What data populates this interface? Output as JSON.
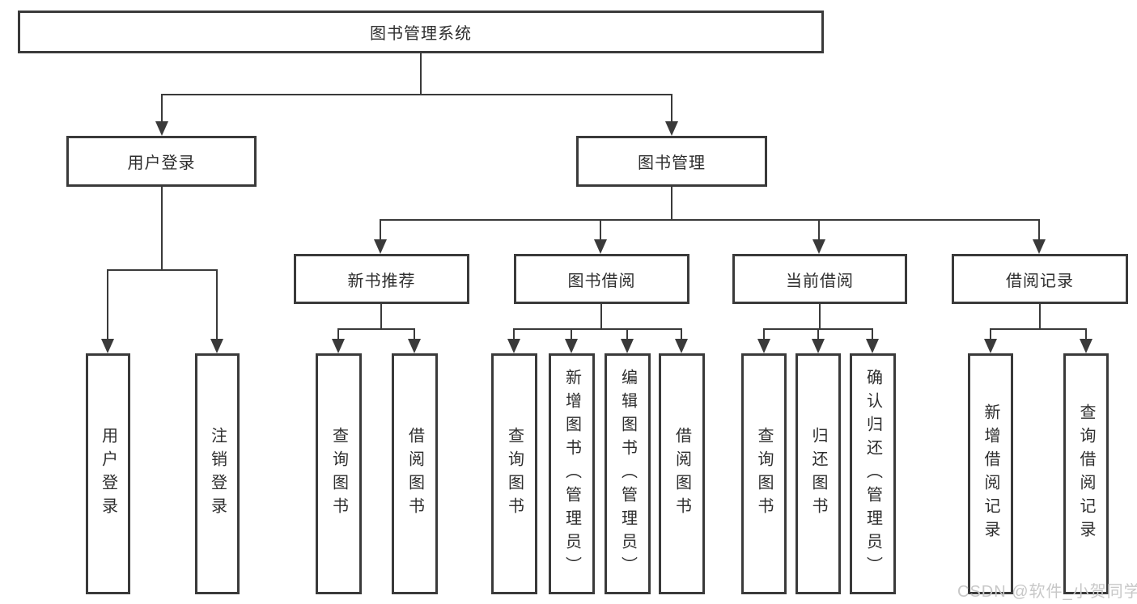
{
  "colors": {
    "line": "#3a3a3a",
    "text": "#2e2e2e",
    "watermark": "#c8c8c8",
    "background": "#ffffff"
  },
  "nodes": {
    "root": "图书管理系统",
    "user_login": "用户登录",
    "book_management": "图书管理",
    "new_book_recommend": "新书推荐",
    "book_borrowing": "图书借阅",
    "current_borrowing": "当前借阅",
    "borrowing_records": "借阅记录",
    "leaf_user_login": "用户登录",
    "leaf_logout": "注销登录",
    "leaf_nbr_query_book": "查询图书",
    "leaf_nbr_borrow_book": "借阅图书",
    "leaf_bb_query_book": "查询图书",
    "leaf_bb_add_book": "新增图书（管理员）",
    "leaf_bb_edit_book": "编辑图书（管理员）",
    "leaf_bb_borrow_book": "借阅图书",
    "leaf_cb_query_book": "查询图书",
    "leaf_cb_return_book": "归还图书",
    "leaf_cb_confirm_return": "确认归还（管理员）",
    "leaf_br_add_record": "新增借阅记录",
    "leaf_br_query_record": "查询借阅记录"
  },
  "watermark": "CSDN @软件_小贺同学"
}
